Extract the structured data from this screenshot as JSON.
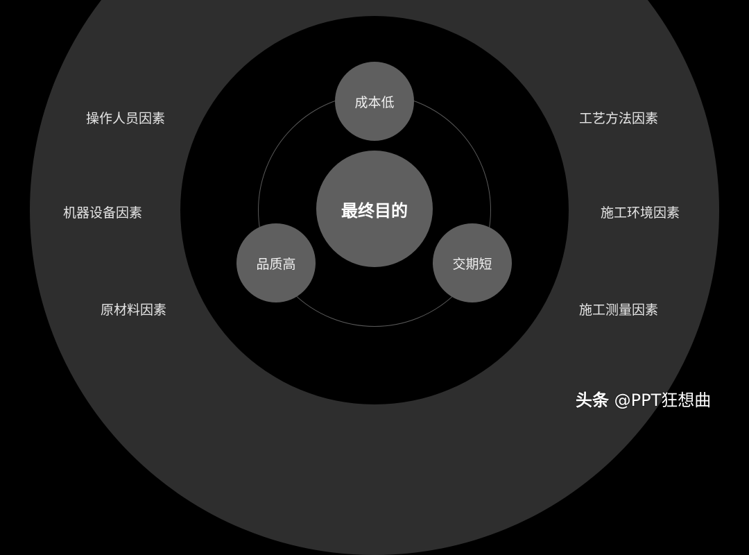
{
  "diagram": {
    "center": {
      "label": "最终目的"
    },
    "goals": [
      {
        "label": "成本低"
      },
      {
        "label": "品质高"
      },
      {
        "label": "交期短"
      }
    ],
    "factors_left": [
      {
        "label": "操作人员因素"
      },
      {
        "label": "机器设备因素"
      },
      {
        "label": "原材料因素"
      }
    ],
    "factors_right": [
      {
        "label": "工艺方法因素"
      },
      {
        "label": "施工环境因素"
      },
      {
        "label": "施工测量因素"
      }
    ],
    "colors": {
      "background": "#000000",
      "outer_ring": "#2e2e2e",
      "inner_disc": "#000000",
      "node_fill": "#5f5f5f",
      "orbit_line": "#5a5a5a",
      "text": "#e6e6e6"
    }
  },
  "watermark": {
    "brand": "头条",
    "handle": "@PPT狂想曲"
  }
}
